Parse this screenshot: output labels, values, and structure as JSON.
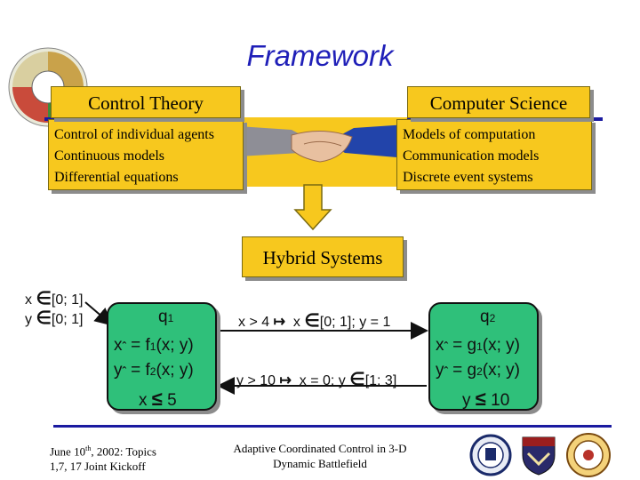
{
  "title": "Framework",
  "control_theory": {
    "header": "Control Theory",
    "lines": [
      "Control of individual agents",
      "Continuous models",
      "Differential equations"
    ]
  },
  "computer_science": {
    "header": "Computer Science",
    "lines": [
      "Models of computation",
      "Communication models",
      "Discrete event systems"
    ]
  },
  "hybrid": {
    "label": "Hybrid Systems"
  },
  "initial": {
    "x": "x",
    "x_set": "[0; 1]",
    "y": "y",
    "y_set": "[0; 1]"
  },
  "q1": {
    "name": "q",
    "sub": "1",
    "eq1_lhs": "x",
    "eq1_rhs": "= f",
    "eq1_sub": "1",
    "eq1_args": "(x; y)",
    "eq2_lhs": "y",
    "eq2_rhs": "= f",
    "eq2_sub": "2",
    "eq2_args": "(x; y)",
    "inv": "x",
    "inv_val": "5"
  },
  "q2": {
    "name": "q",
    "sub": "2",
    "eq1_lhs": "x",
    "eq1_rhs": "= g",
    "eq1_sub": "1",
    "eq1_args": "(x; y)",
    "eq2_lhs": "y",
    "eq2_rhs": "= g",
    "eq2_sub": "2",
    "eq2_args": "(x; y)",
    "inv": "y",
    "inv_val": "10"
  },
  "transition_top": {
    "guard": "x > 4",
    "reset": "x",
    "reset_set": "[0; 1]; y = 1"
  },
  "transition_bottom": {
    "guard": "y > 10",
    "reset": "x = 0; y",
    "reset_set": "[1; 3]"
  },
  "footer": {
    "left_line1": "June 10",
    "left_sup": "th",
    "left_line1_rest": ", 2002: Topics",
    "left_line2": "1,7, 17 Joint Kickoff",
    "center_line1": "Adaptive Coordinated Control in 3-D",
    "center_line2": "Dynamic Battlefield"
  },
  "colors": {
    "title": "#1f1fb8",
    "accent_yellow": "#f7c81e",
    "state_green": "#2fc07a",
    "rule_blue": "#1a1aa0"
  }
}
